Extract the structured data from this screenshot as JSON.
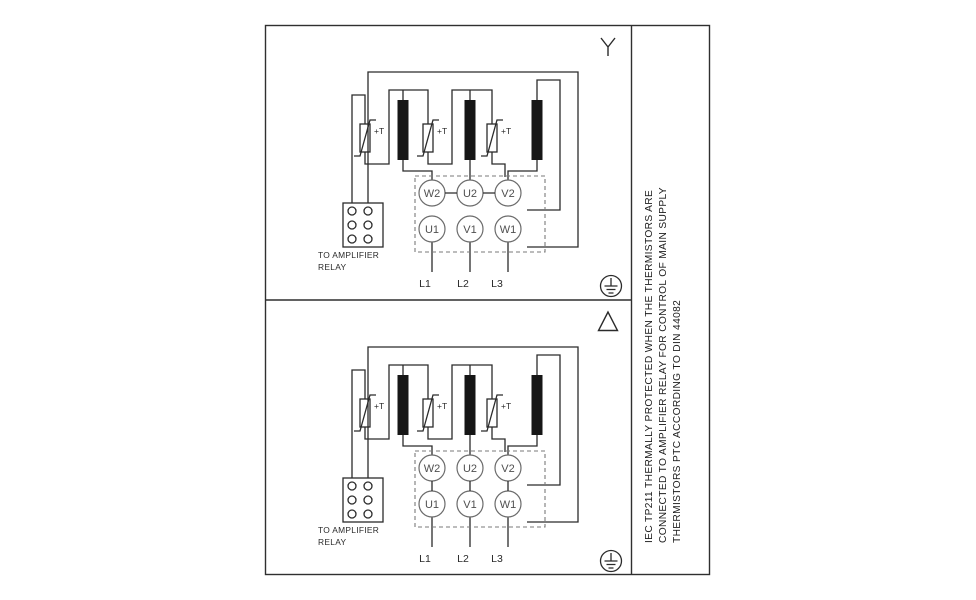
{
  "document": {
    "type": "motor-terminal-wiring-diagram",
    "colors": {
      "background": "#ffffff",
      "line": "#2b2b2b",
      "terminal_stroke": "#6b6b6b",
      "label_text": "#4f4f4f",
      "note_text": "#1c1c1c"
    }
  },
  "side_note": {
    "lines": [
      "IEC TP211 THERMALLY PROTECTED WHEN THE THERMISTORS ARE",
      "CONNECTED TO AMPLIFIER RELAY FOR CONTROL OF MAIN SUPPLY",
      "THERMISTORS PTC ACCORDING TO DIN 44082"
    ]
  },
  "panels": [
    {
      "connection": "star",
      "symbol_icon": "star-connection-icon",
      "terminals_top": [
        "W2",
        "U2",
        "V2"
      ],
      "terminals_bottom": [
        "U1",
        "V1",
        "W1"
      ],
      "leads": [
        "L1",
        "L2",
        "L3"
      ],
      "thermistor_label": "+T",
      "relay_note_line1": "TO AMPLIFIER",
      "relay_note_line2": "RELAY",
      "ground_icon": "earth-ground-icon"
    },
    {
      "connection": "delta",
      "symbol_icon": "delta-connection-icon",
      "terminals_top": [
        "W2",
        "U2",
        "V2"
      ],
      "terminals_bottom": [
        "U1",
        "V1",
        "W1"
      ],
      "leads": [
        "L1",
        "L2",
        "L3"
      ],
      "thermistor_label": "+T",
      "relay_note_line1": "TO AMPLIFIER",
      "relay_note_line2": "RELAY",
      "ground_icon": "earth-ground-icon"
    }
  ]
}
